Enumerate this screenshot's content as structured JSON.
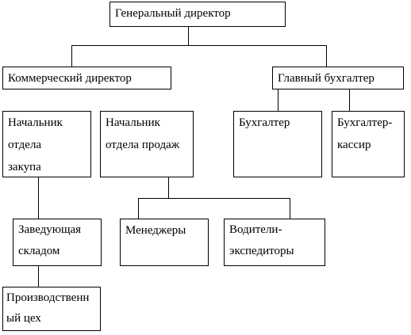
{
  "chart": {
    "nodes": {
      "general_director": {
        "label": "Генеральный директор"
      },
      "commercial_director": {
        "label": "Коммерческий директор"
      },
      "chief_accountant": {
        "label": "Главный бухгалтер"
      },
      "head_procurement": {
        "line1": "Начальник",
        "line2": "отдела",
        "line3": "закупа"
      },
      "head_sales": {
        "line1": "Начальник",
        "line2": "отдела продаж"
      },
      "accountant": {
        "label": "Бухгалтер"
      },
      "accountant_cashier": {
        "line1": "Бухгалтер-",
        "line2": "кассир"
      },
      "warehouse_manager": {
        "line1": "Заведующая",
        "line2": "складом"
      },
      "managers": {
        "label": "Менеджеры"
      },
      "drivers": {
        "line1": "Водители-",
        "line2": "экспедиторы"
      },
      "production": {
        "line1": "Производственн",
        "line2": "ый цех"
      }
    }
  }
}
